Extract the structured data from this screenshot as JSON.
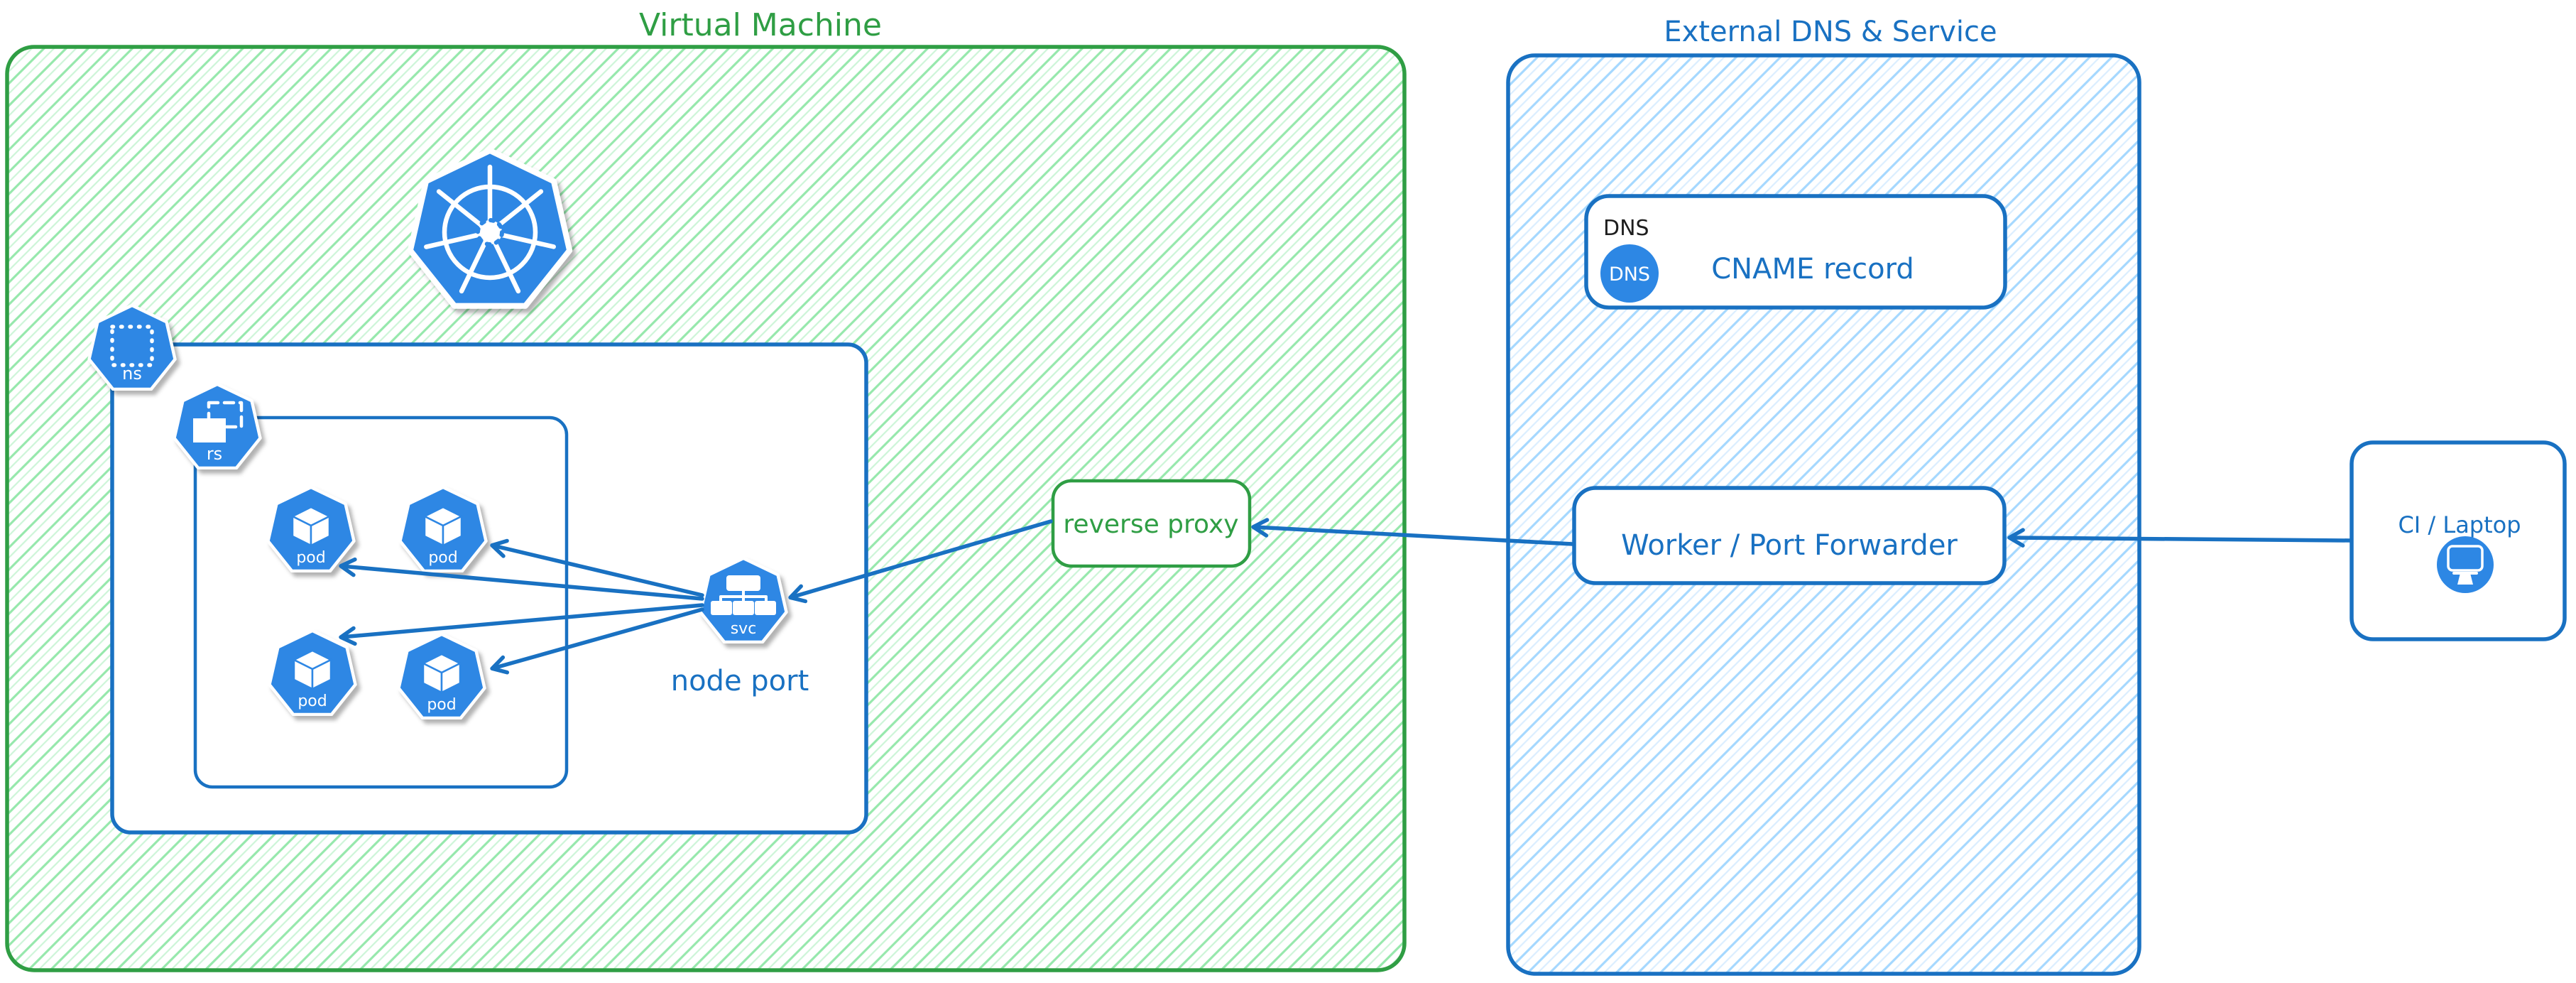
{
  "diagram": {
    "virtual_machine": {
      "title": "Virtual Machine",
      "kubernetes": {
        "namespace_badge": "ns",
        "replicaset_badge": "rs",
        "pod_badge": "pod",
        "service_badge": "svc",
        "node_port_caption": "node port"
      },
      "reverse_proxy": {
        "label": "reverse proxy"
      }
    },
    "external": {
      "title": "External DNS & Service",
      "dns_record": {
        "tag": "DNS",
        "icon_label": "DNS",
        "label": "CNAME record"
      },
      "worker": {
        "label": "Worker / Port Forwarder"
      }
    },
    "ci_laptop": {
      "label": "CI / Laptop"
    },
    "icons": {
      "kubernetes_logo": "kubernetes-wheel",
      "namespace": "dotted-square-heptagon",
      "replicaset": "stacked-rectangles-heptagon",
      "pod": "cube-heptagon",
      "service": "topology-tree-heptagon",
      "dns": "dns-circle",
      "ci_laptop": "desktop-monitor-circle"
    },
    "colors": {
      "green_stroke": "#2f9e44",
      "green_hatch": "#96e8ac",
      "blue_stroke": "#1971c2",
      "blue_hatch": "#a5d8ff",
      "icon_blue": "#2d87e4",
      "dns_tag_text": "#1e1e1e",
      "background": "#ffffff"
    }
  }
}
